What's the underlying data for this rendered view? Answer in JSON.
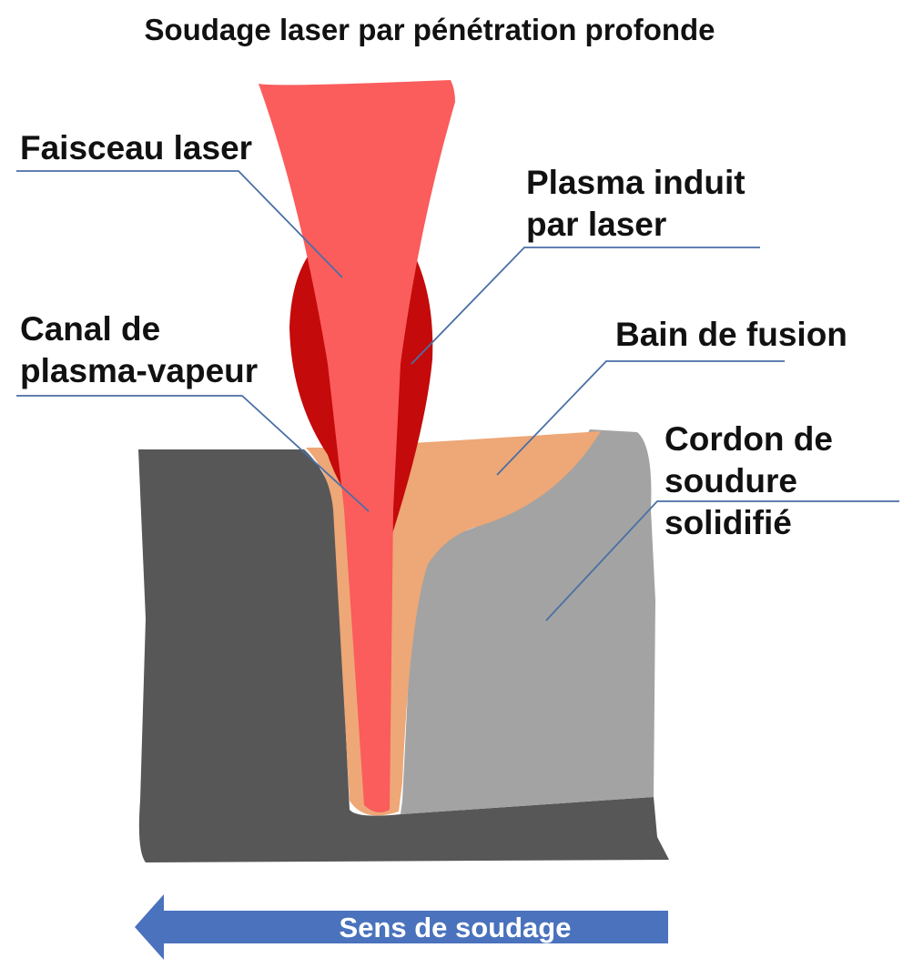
{
  "title": "Soudage laser par pénétration profonde",
  "labels": {
    "laser_beam": "Faisceau laser",
    "plasma": [
      "Plasma induit",
      "par laser"
    ],
    "keyhole": [
      "Canal de",
      "plasma-vapeur"
    ],
    "melt_pool": "Bain de fusion",
    "weld_bead": [
      "Cordon de",
      "soudure",
      "solidifié"
    ]
  },
  "direction": "Sens de soudage",
  "colors": {
    "base_metal": "#575757",
    "weld_bead": "#a3a3a3",
    "melt_pool": "#eea776",
    "laser": "#fb5c5c",
    "plasma": "#c40a0a",
    "leader_line": "#4a6fa5",
    "arrow": "#4a72bd"
  }
}
